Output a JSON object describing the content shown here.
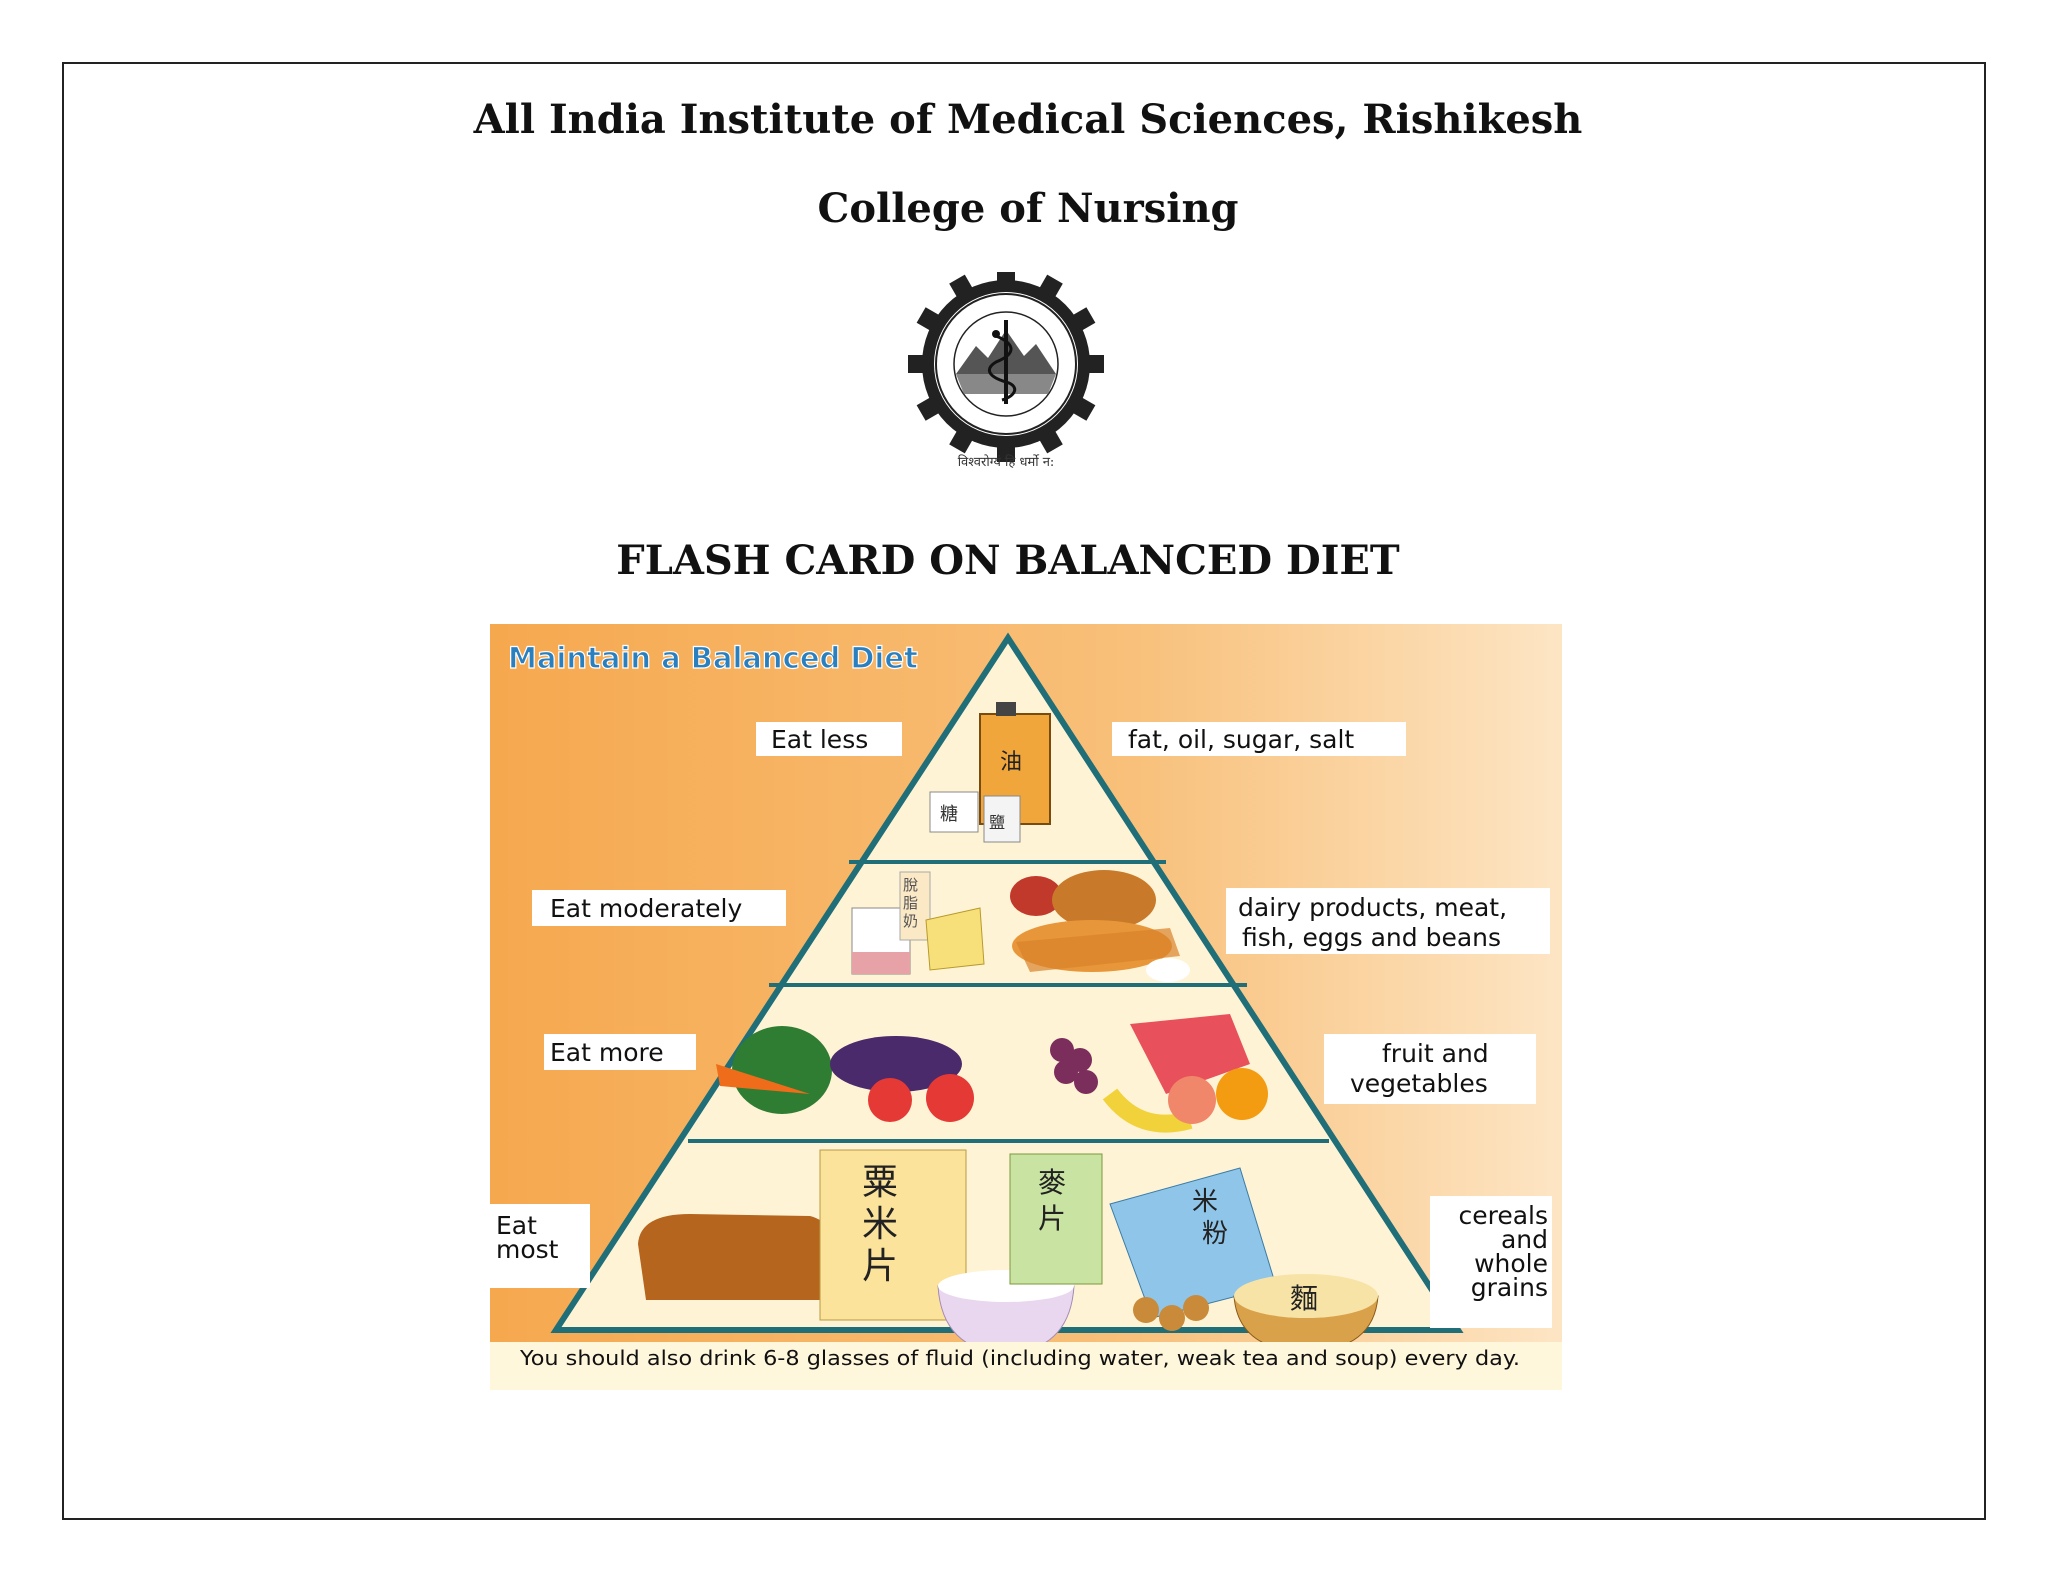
{
  "header": {
    "institute": "All India Institute of Medical Sciences, Rishikesh",
    "college": "College of Nursing",
    "logo_motto": "विश्वरोग्यं हि धर्मो न:"
  },
  "document": {
    "title": "FLASH CARD ON BALANCED DIET"
  },
  "poster": {
    "title": "Maintain a Balanced Diet",
    "tiers": [
      {
        "left_label": "Eat less",
        "right_label": "fat, oil, sugar, salt",
        "food_chars": [
          "油",
          "糖",
          "鹽"
        ]
      },
      {
        "left_label": "Eat moderately",
        "right_label_lines": [
          "dairy products, meat,",
          "fish, eggs and beans"
        ],
        "food_chars": [
          "脫",
          "脂",
          "奶"
        ]
      },
      {
        "left_label": "Eat more",
        "right_label_lines": [
          "fruit and",
          "vegetables"
        ]
      },
      {
        "left_label_lines": [
          "Eat",
          "most"
        ],
        "right_label_lines": [
          "cereals",
          "and",
          "whole",
          "grains"
        ],
        "food_chars": [
          "粟",
          "米",
          "片",
          "麥",
          "片",
          "米",
          "粉",
          "麵"
        ]
      }
    ],
    "footer": "You should also drink 6-8 glasses of fluid (including water, weak tea and soup) every day."
  },
  "colors": {
    "poster_bg": "#f7b05a",
    "poster_bg_light": "#fcd7a2",
    "poster_title": "#2a7fbf",
    "pyramid_outline": "#1f6e78",
    "pyramid_fill": "#fff3d6",
    "label_bg": "#ffffff",
    "footer_bg": "#fff7dc"
  }
}
